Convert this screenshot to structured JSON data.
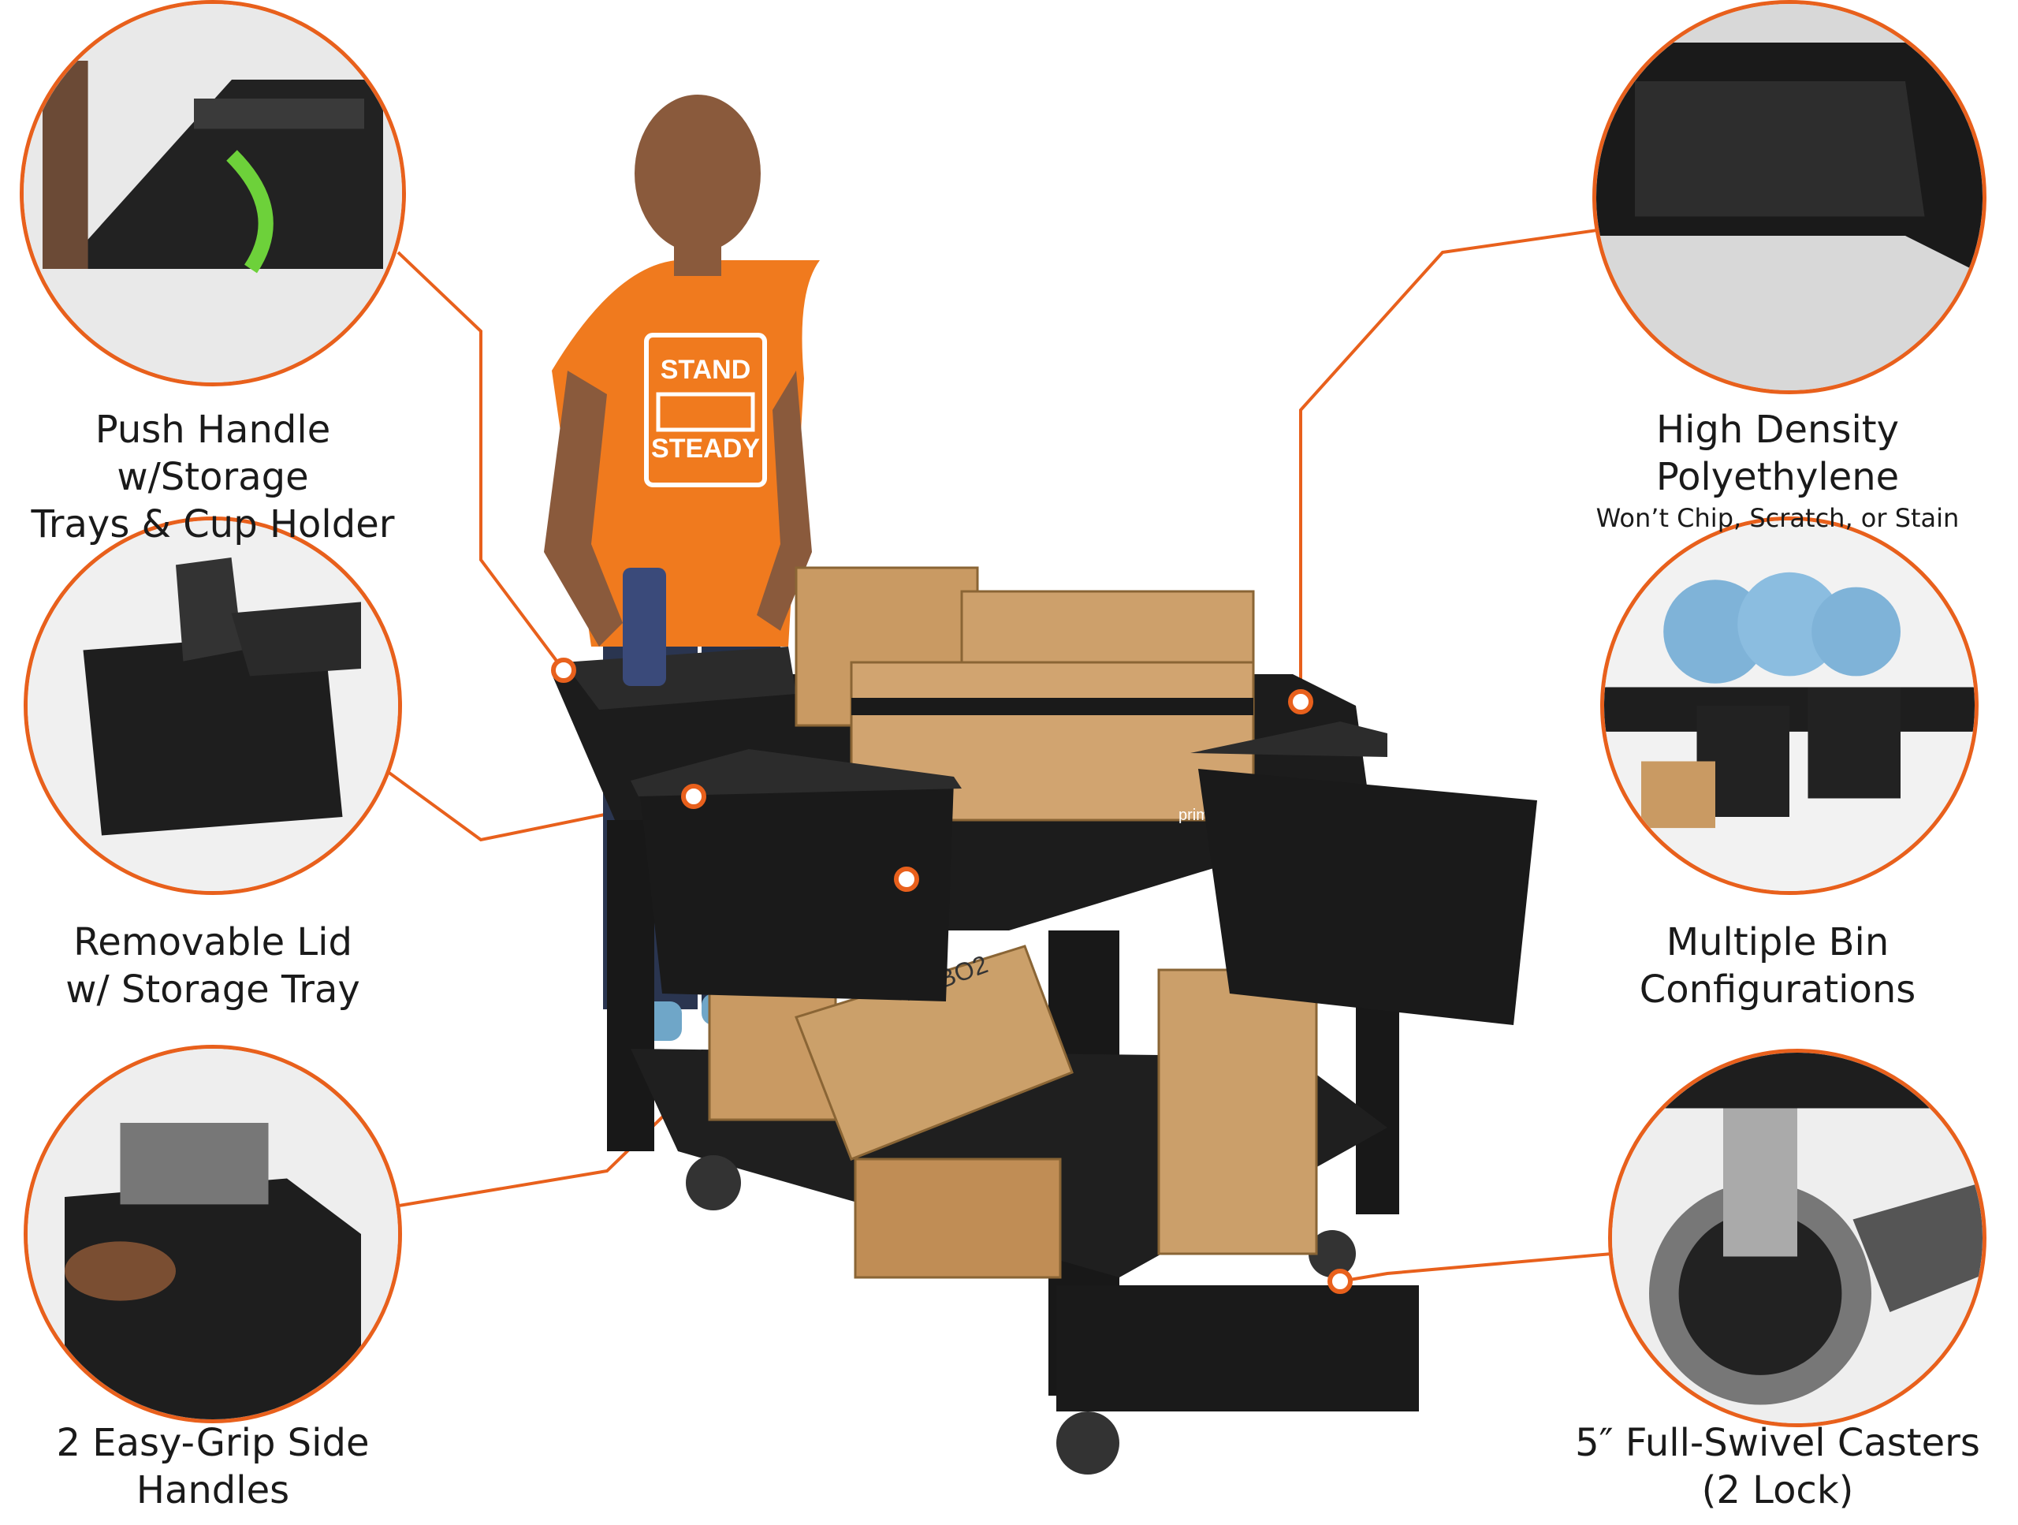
{
  "features": [
    {
      "title_line1": "Push Handle w/Storage",
      "title_line2": "Trays & Cup Holder",
      "icon": "push-handle-photo"
    },
    {
      "title_line1": "Removable Lid",
      "title_line2": "w/ Storage Tray",
      "icon": "bin-lid-photo"
    },
    {
      "title_line1": "2 Easy-Grip Side Handles",
      "title_line2": "",
      "icon": "side-handle-photo"
    },
    {
      "title_line1": "High Density Polyethylene",
      "subtitle": "Won’t Chip, Scratch, or Stain",
      "icon": "plastic-tray-photo"
    },
    {
      "title_line1": "Multiple Bin Configurations",
      "title_line2": "",
      "icon": "bin-configuration-photo"
    },
    {
      "title_line1": "5″ Full-Swivel Casters",
      "title_line2": "(2 Lock)",
      "icon": "caster-wheel-photo"
    }
  ],
  "shirt": {
    "line1": "STAND",
    "line2": "STEADY"
  },
  "box_labels": {
    "a": "K3 BO2",
    "b": "prime"
  },
  "colors": {
    "accent": "#e8601c",
    "cart": "#1c1c1c",
    "cardboard": "#c99a63",
    "shirt": "#f07a1e"
  }
}
